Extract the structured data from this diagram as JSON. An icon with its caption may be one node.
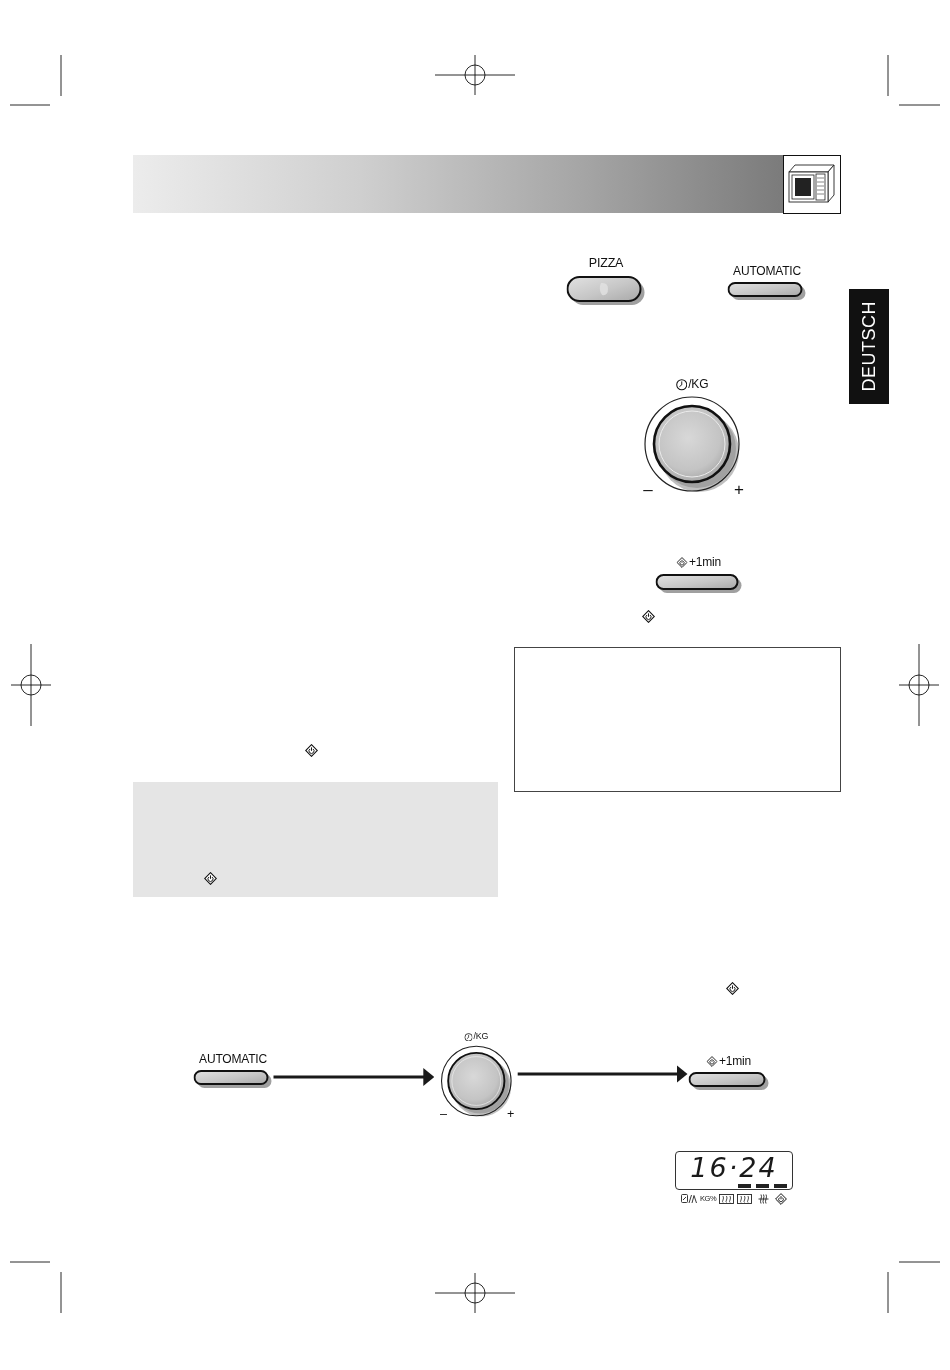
{
  "diagram": {
    "nodes": [
      {
        "text": [
          "PIZZA"
        ]
      },
      {
        "text": [
          "AUTOMATIC"
        ]
      },
      {
        "text": [
          "DEUTSCH"
        ]
      },
      {
        "text": [
          "/KG",
          "–",
          "+"
        ]
      },
      {
        "text": [
          "+1min"
        ]
      },
      {
        "text": [
          "AUTOMATIC"
        ]
      },
      {
        "text": [
          "/KG",
          "–",
          "+"
        ]
      },
      {
        "text": [
          "+1min"
        ]
      },
      {
        "text": [
          "16·24"
        ],
        "beside": [
          "KG%"
        ]
      }
    ],
    "edges": [
      {
        "from": 5,
        "to": 6,
        "arrow": "to"
      },
      {
        "from": 6,
        "to": 7,
        "arrow": "to"
      }
    ]
  }
}
